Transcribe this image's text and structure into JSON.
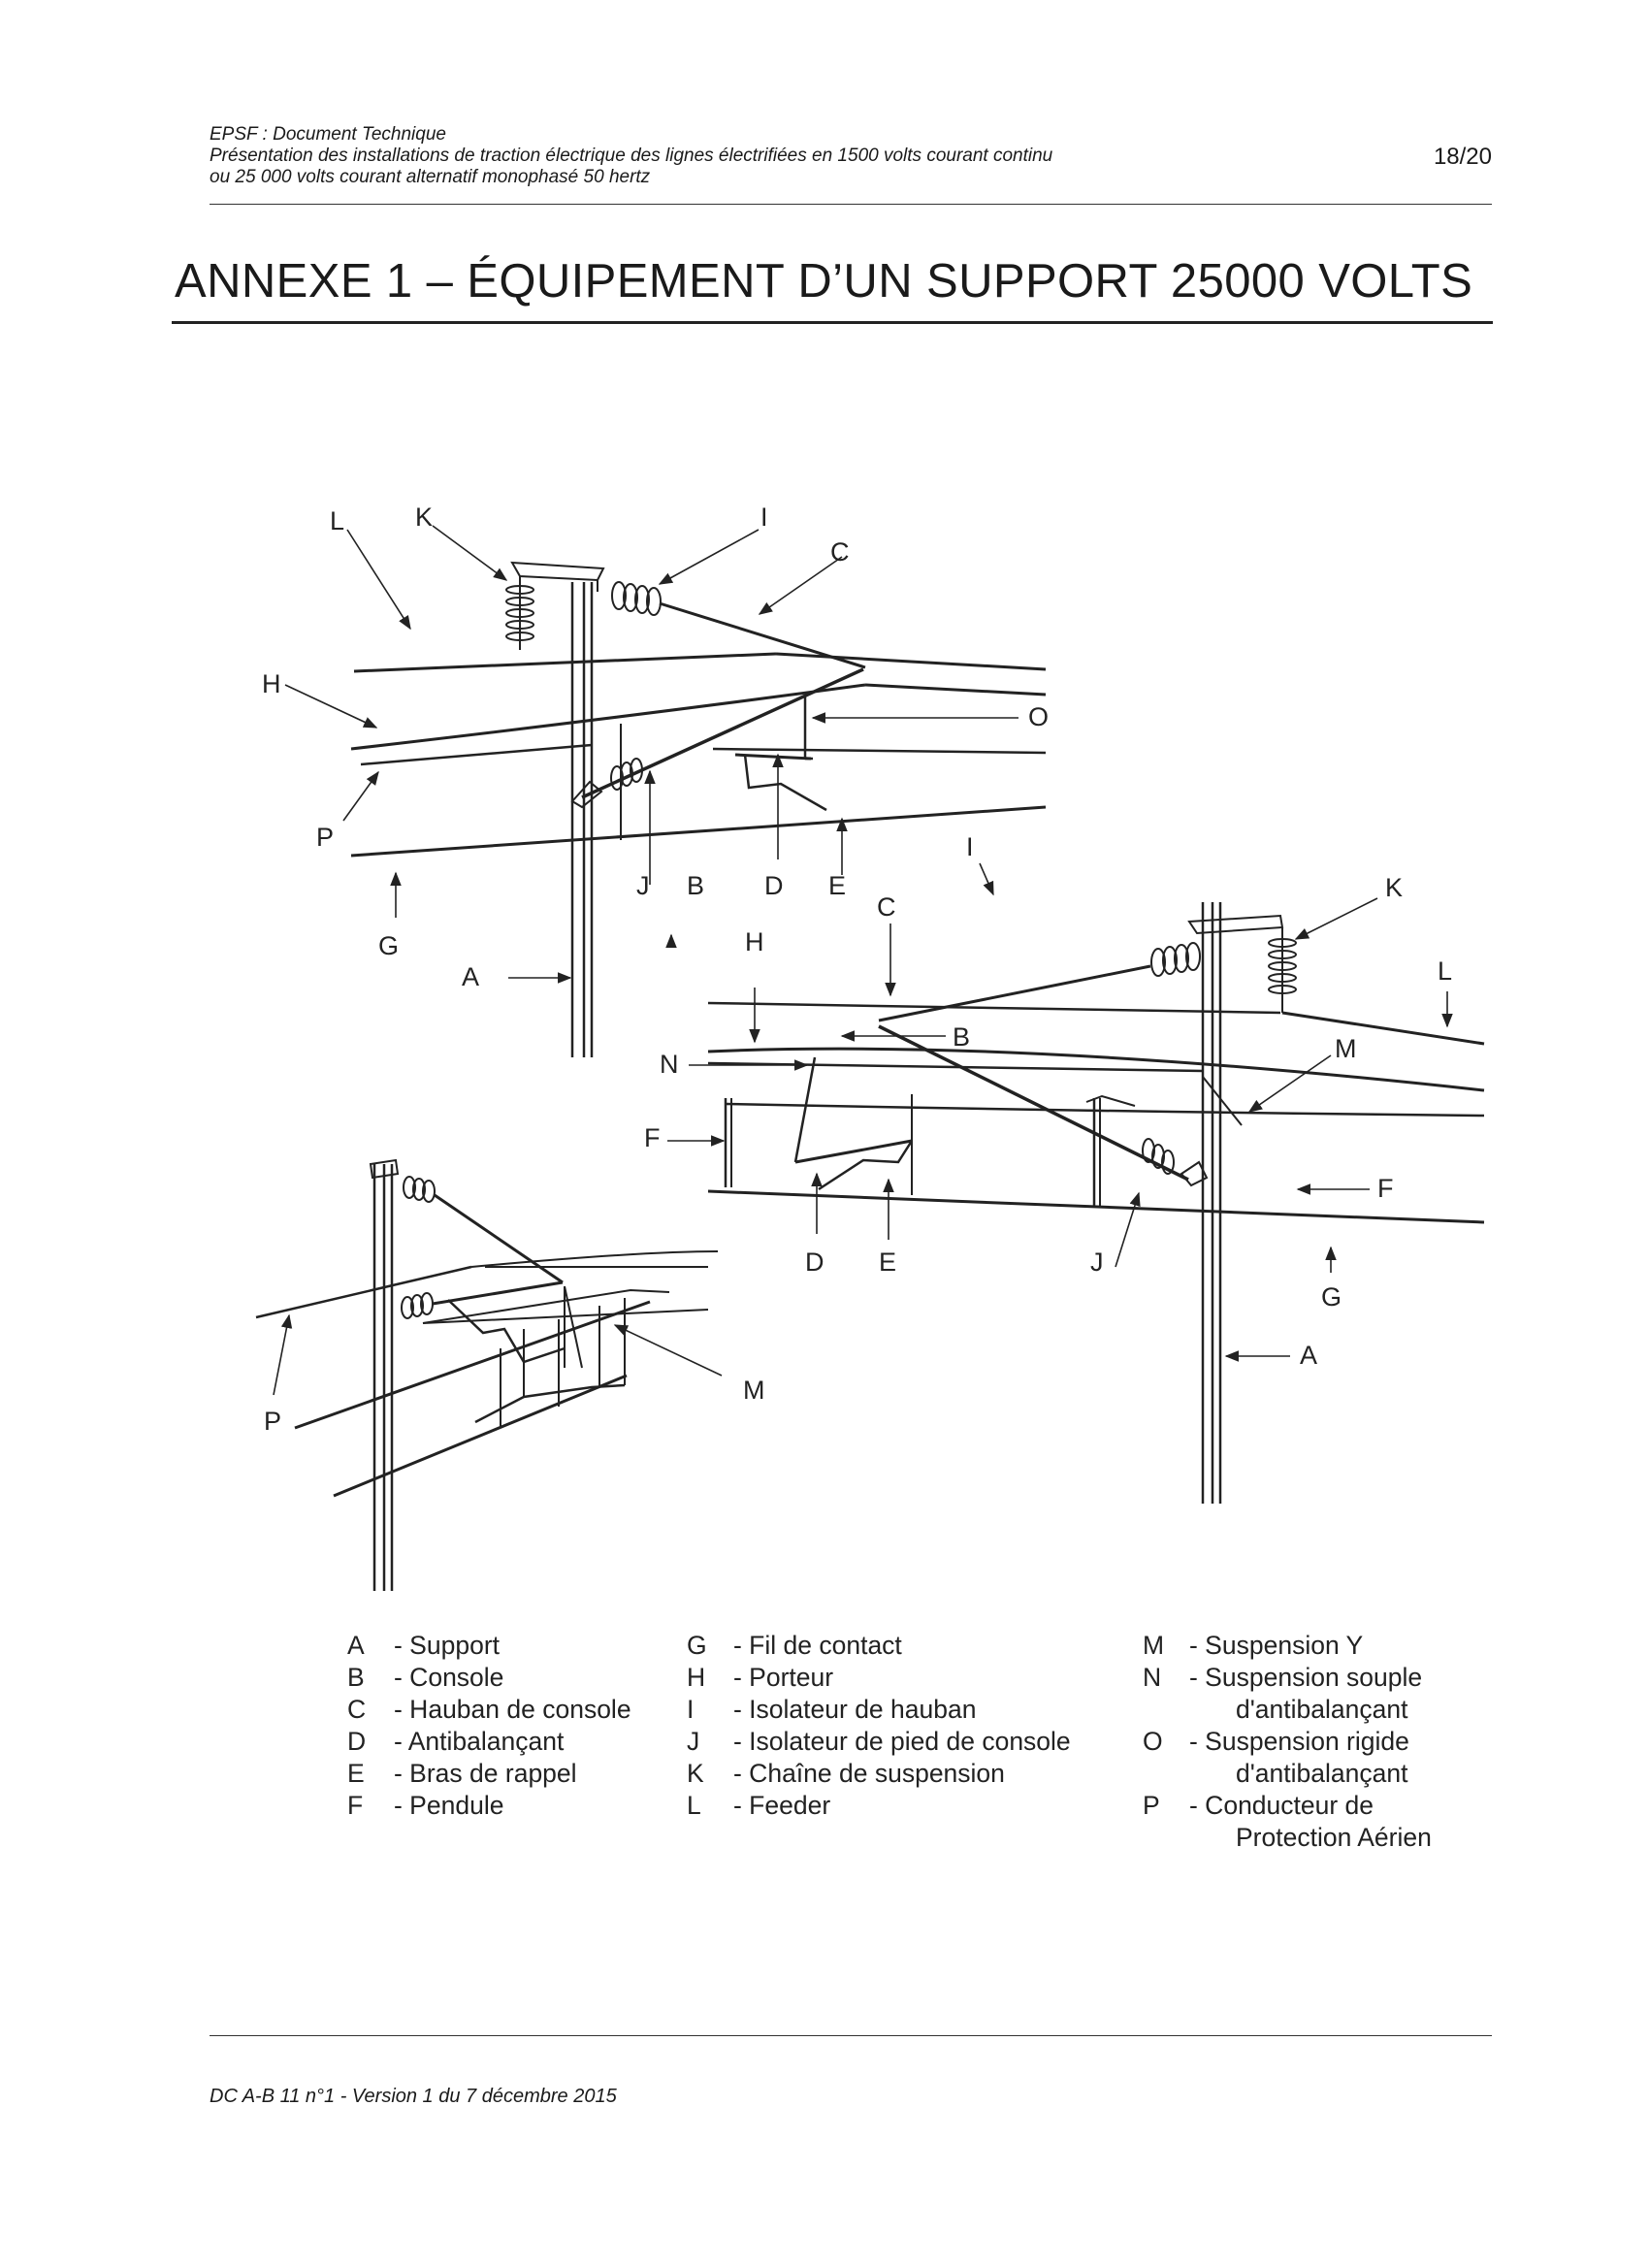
{
  "header": {
    "org_line": "EPSF : Document Technique",
    "subtitle_line1": "Présentation des installations de traction électrique des lignes électrifiées en 1500 volts courant continu",
    "subtitle_line2": "ou 25 000 volts courant alternatif monophasé 50 hertz",
    "page_number": "18/20"
  },
  "title": "ANNEXE 1 – ÉQUIPEMENT D’UN SUPPORT 25000 VOLTS",
  "figure": {
    "labels": {
      "A": "A",
      "B": "B",
      "C": "C",
      "D": "D",
      "E": "E",
      "F": "F",
      "G": "G",
      "H": "H",
      "I": "I",
      "J": "J",
      "K": "K",
      "L": "L",
      "M": "M",
      "N": "N",
      "O": "O",
      "P": "P"
    }
  },
  "legend": {
    "columns": [
      [
        {
          "letter": "A",
          "desc": "- Support"
        },
        {
          "letter": "B",
          "desc": "- Console"
        },
        {
          "letter": "C",
          "desc": "- Hauban de console"
        },
        {
          "letter": "D",
          "desc": "- Antibalançant"
        },
        {
          "letter": "E",
          "desc": "- Bras de rappel"
        },
        {
          "letter": "F",
          "desc": "- Pendule"
        }
      ],
      [
        {
          "letter": "G",
          "desc": "- Fil de contact"
        },
        {
          "letter": "H",
          "desc": "- Porteur"
        },
        {
          "letter": "I",
          "desc": "- Isolateur de hauban"
        },
        {
          "letter": "J",
          "desc": "- Isolateur de pied de console"
        },
        {
          "letter": "K",
          "desc": "- Chaîne de suspension"
        },
        {
          "letter": "L",
          "desc": "- Feeder"
        }
      ],
      [
        {
          "letter": "M",
          "desc": "- Suspension Y"
        },
        {
          "letter": "N",
          "desc": "- Suspension souple",
          "cont": "d'antibalançant"
        },
        {
          "letter": "O",
          "desc": "- Suspension rigide",
          "cont": "d'antibalançant"
        },
        {
          "letter": "P",
          "desc": "- Conducteur de",
          "cont": "Protection Aérien"
        }
      ]
    ]
  },
  "footer": {
    "document_ref": "DC A-B 11 n°1  - Version 1 du 7 décembre 2015"
  }
}
